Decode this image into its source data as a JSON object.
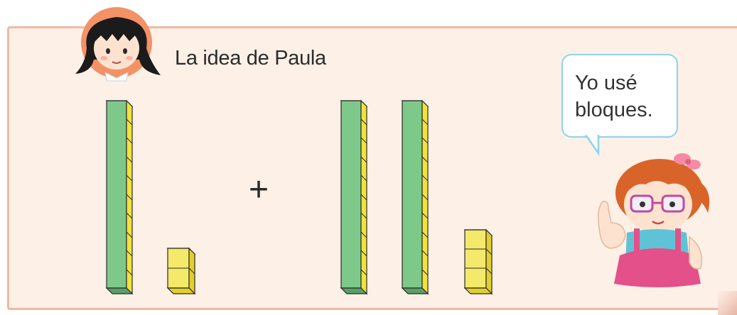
{
  "title": "La idea de Paula",
  "speech": {
    "line1": "Yo usé",
    "line2": "bloques."
  },
  "operator": "+",
  "addends": [
    {
      "tens": 1,
      "ones": 2
    },
    {
      "tens": 2,
      "ones": 3
    }
  ],
  "colors": {
    "panel_bg": "#fdf0e6",
    "panel_border": "#f0b9a3",
    "rod_front": "#7ec98a",
    "rod_side": "#f4e23a",
    "unit_cube": "#f4e96a",
    "bubble_border": "#8ed3ec"
  },
  "icons": [
    "girl-avatar-icon",
    "girl-with-glasses-icon"
  ]
}
